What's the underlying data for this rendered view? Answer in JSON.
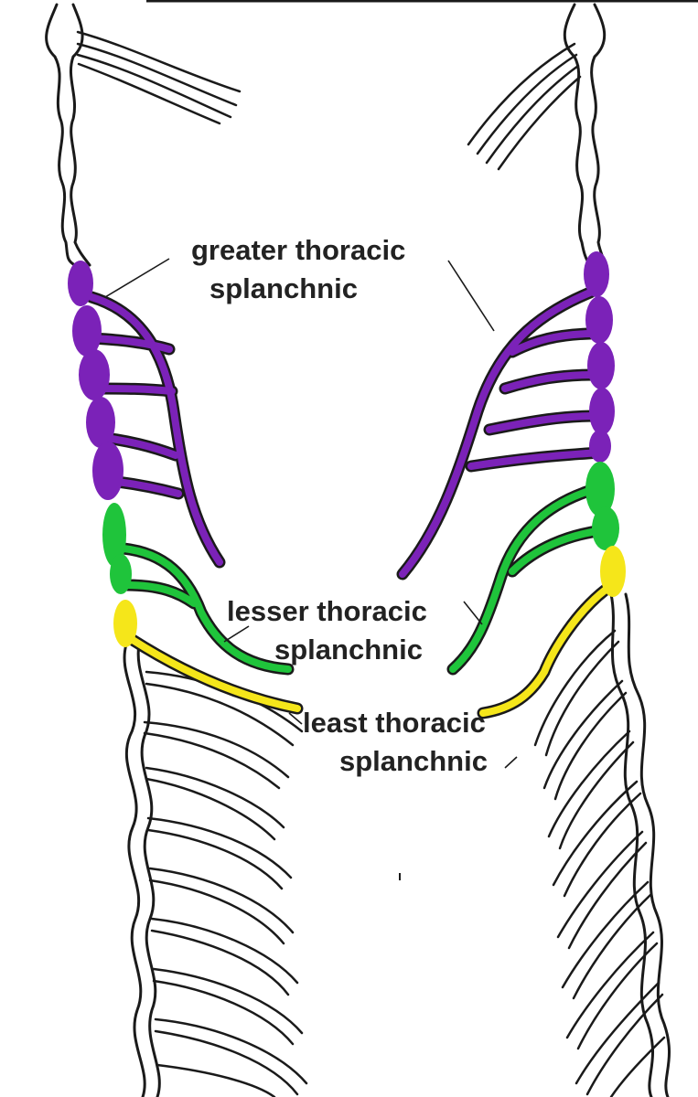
{
  "labels": {
    "greater_line1": "greater thoracic",
    "greater_line2": "splanchnic",
    "lesser_line1": "lesser thoracic",
    "lesser_line2": "splanchnic",
    "least_line1": "least thoracic",
    "least_line2": "splanchnic"
  },
  "colors": {
    "greater": "#7b22b8",
    "lesser": "#1fc43b",
    "least": "#f5e61a",
    "outline": "#1a1a1a",
    "background": "#ffffff"
  }
}
